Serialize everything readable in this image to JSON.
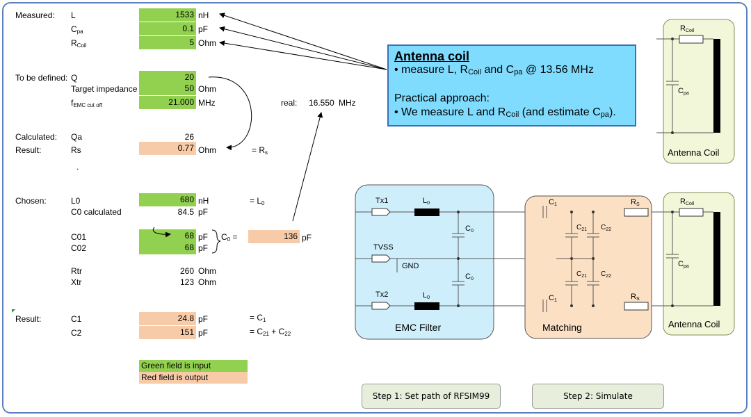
{
  "rows": {
    "measured": {
      "label": "Measured:"
    },
    "L": {
      "name": "L",
      "value": "1533",
      "unit": "nH"
    },
    "Cpa": {
      "name": "C",
      "sub": "pa",
      "value": "0.1",
      "unit": "pF"
    },
    "Rcoil": {
      "name": "R",
      "sub": "Coil",
      "value": "5",
      "unit": "Ohm"
    },
    "to_be_defined": {
      "label": "To be defined:"
    },
    "Q": {
      "name": "Q",
      "value": "20"
    },
    "target_impedance": {
      "name": "Target impedance",
      "value": "50",
      "unit": "Ohm"
    },
    "f_emc": {
      "name": "f",
      "sub": "EMC cut off",
      "value": "21.000",
      "unit": "MHz",
      "real_label": "real:",
      "real_value": "16.550",
      "real_unit": "MHz"
    },
    "calculated": {
      "label": "Calculated:",
      "name": "Qa",
      "value": "26"
    },
    "result1": {
      "label": "Result:",
      "name": "Rs",
      "value": "0.77",
      "unit": "Ohm",
      "eq": "= R",
      "eq_sub": "s"
    },
    "dot": ".",
    "chosen": {
      "label": "Chosen:",
      "name": "L0",
      "value": "680",
      "unit": "nH",
      "eq": "= L",
      "eq_sub": "0"
    },
    "C0calc": {
      "name": "C0 calculated",
      "value": "84.5",
      "unit": "pF"
    },
    "C01": {
      "name": "C01",
      "value": "68",
      "unit": "pF"
    },
    "C02": {
      "name": "C02",
      "value": "68",
      "unit": "pF"
    },
    "C0eq": {
      "prefix": "C",
      "sub": "0",
      "suffix": " =",
      "value": "136",
      "unit": "pF"
    },
    "Rtr": {
      "name": "Rtr",
      "value": "260",
      "unit": "Ohm"
    },
    "Xtr": {
      "name": "Xtr",
      "value": "123",
      "unit": "Ohm"
    },
    "result2": {
      "label": "Result:"
    },
    "C1": {
      "name": "C1",
      "value": "24.8",
      "unit": "pF",
      "eq": "= C",
      "eq_sub": "1"
    },
    "C2": {
      "name": "C2",
      "value": "151",
      "unit": "pF",
      "eq": "= C",
      "eq_sub1": "21",
      "eq_mid": " + C",
      "eq_sub2": "22"
    }
  },
  "legend": {
    "input": "Green field is input",
    "output": "Red field is output"
  },
  "callout": {
    "title": "Antenna coil",
    "line1_pre": "• measure L, R",
    "line1_sub1": "Coil",
    "line1_mid": " and C",
    "line1_sub2": "pa",
    "line1_post": " @ 13.56 MHz",
    "line2": "Practical approach:",
    "line3_pre": "• We measure L and R",
    "line3_sub1": "Coil",
    "line3_mid": " (and estimate C",
    "line3_sub2": "pa",
    "line3_post": ")."
  },
  "buttons": {
    "step1": "Step 1: Set path of RFSIM99",
    "step2": "Step 2: Simulate"
  },
  "schematic": {
    "antenna_coil": "Antenna Coil",
    "emc_filter": "EMC Filter",
    "matching": "Matching",
    "tx1": "Tx1",
    "tx2": "Tx2",
    "tvss": "TVSS",
    "gnd": "GND",
    "R_coil": "R",
    "R_coil_sub": "Coil",
    "C_pa": "C",
    "C_pa_sub": "pa",
    "L0": "L",
    "L0_sub": "0",
    "C0": "C",
    "C0_sub": "0",
    "C1": "C",
    "C1_sub": "1",
    "C21": "C",
    "C21_sub": "21",
    "C22": "C",
    "C22_sub": "22",
    "Rs": "R",
    "Rs_sub": "S"
  },
  "colors": {
    "input": "#92d050",
    "output": "#f8cba8",
    "callout": "#7fdcff",
    "emc_box": "#cfeefc",
    "matching_box": "#fbe0c4",
    "antenna_box": "#f2f7d9"
  }
}
